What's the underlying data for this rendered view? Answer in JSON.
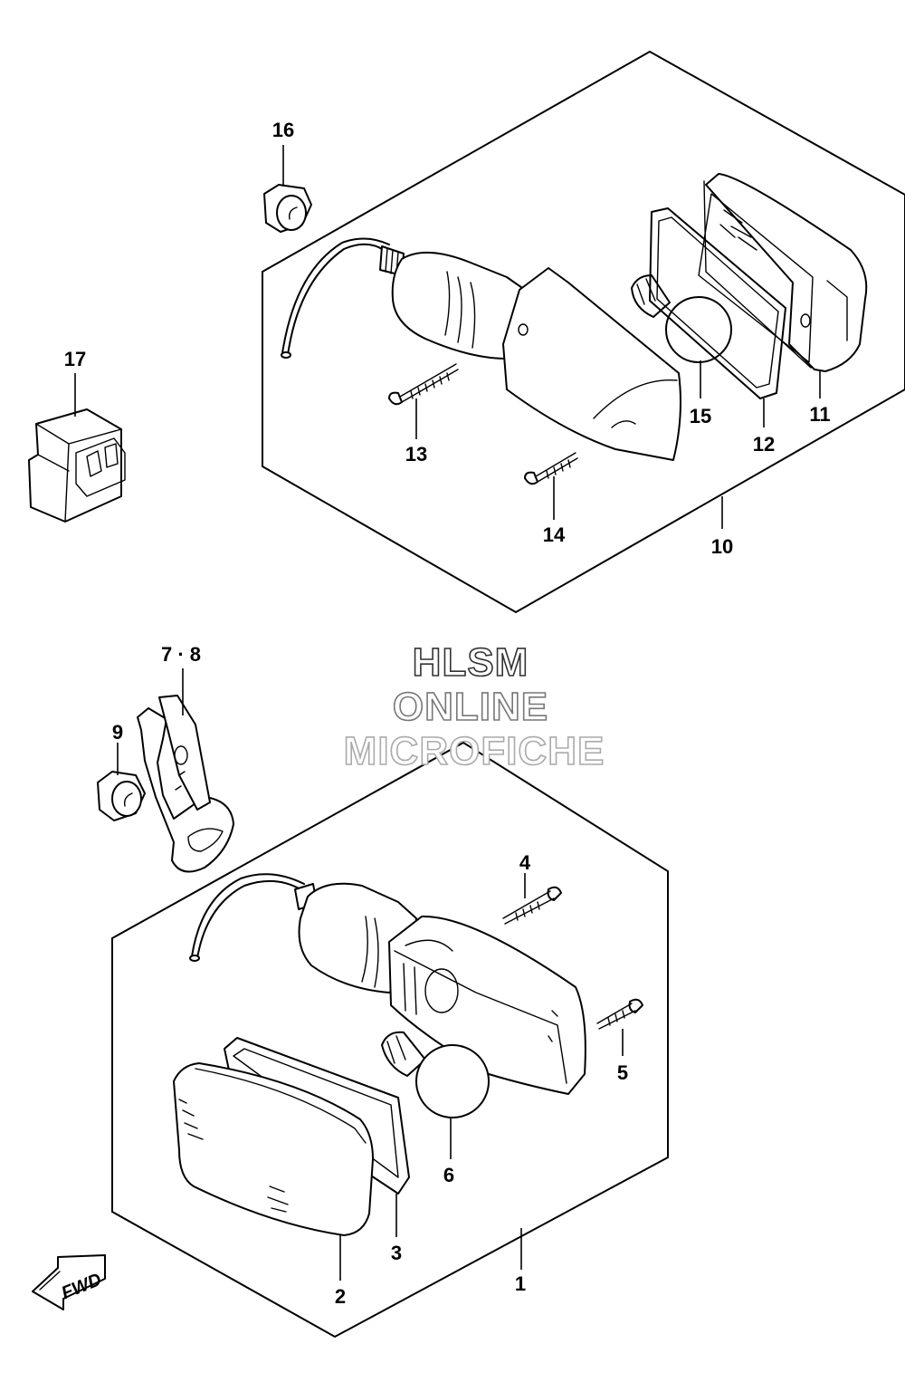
{
  "watermark": {
    "line1": "HLSM",
    "line2": "ONLINE",
    "line3": "MICROFICHE"
  },
  "fwd_label": "FWD",
  "callouts": {
    "c1": "1",
    "c2": "2",
    "c3": "3",
    "c4": "4",
    "c5": "5",
    "c6": "6",
    "c78": "7 · 8",
    "c9": "9",
    "c10": "10",
    "c11": "11",
    "c12": "12",
    "c13": "13",
    "c14": "14",
    "c15": "15",
    "c16": "16",
    "c17": "17"
  }
}
